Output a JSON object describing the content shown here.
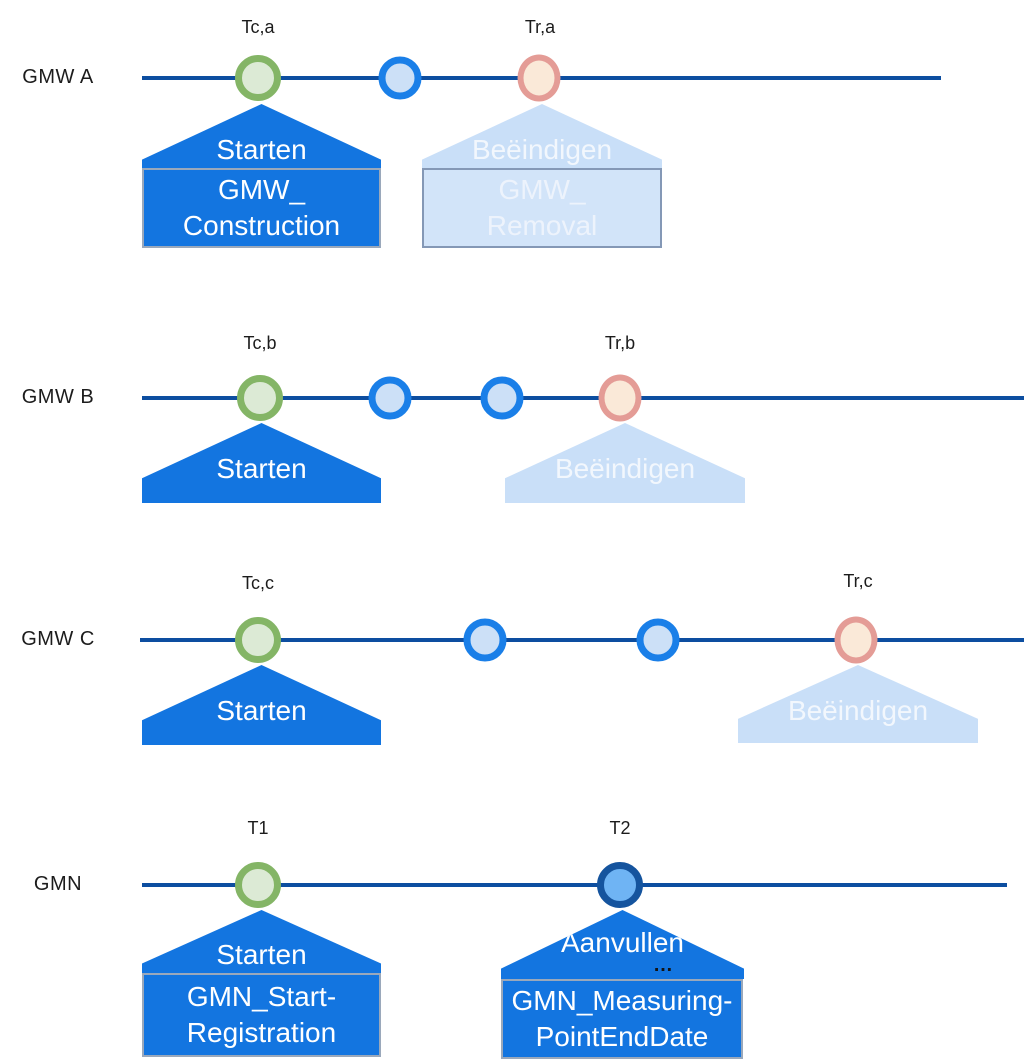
{
  "rows": [
    {
      "label": "GMW A",
      "ticks": {
        "start": "Tc,a",
        "end": "Tr,a"
      },
      "events": [
        "construction-start",
        "intermediate",
        "removal"
      ],
      "callouts": {
        "start": {
          "action": "Starten",
          "doc": [
            "GMW_",
            "Construction"
          ]
        },
        "end": {
          "action": "Beëindigen",
          "doc": [
            "GMW_",
            "Removal"
          ]
        }
      }
    },
    {
      "label": "GMW B",
      "ticks": {
        "start": "Tc,b",
        "end": "Tr,b"
      },
      "events": [
        "construction-start",
        "intermediate",
        "intermediate",
        "removal"
      ],
      "callouts": {
        "start": {
          "action": "Starten"
        },
        "end": {
          "action": "Beëindigen"
        }
      }
    },
    {
      "label": "GMW C",
      "ticks": {
        "start": "Tc,c",
        "end": "Tr,c"
      },
      "events": [
        "construction-start",
        "intermediate",
        "intermediate",
        "removal"
      ],
      "callouts": {
        "start": {
          "action": "Starten"
        },
        "end": {
          "action": "Beëindigen"
        }
      }
    },
    {
      "label": "GMN",
      "ticks": {
        "start": "T1",
        "end": "T2"
      },
      "events": [
        "registration-start",
        "measuring-point-end"
      ],
      "callouts": {
        "start": {
          "action": "Starten",
          "doc": [
            "GMN_Start-",
            "Registration"
          ]
        },
        "end": {
          "action": "Aanvullen",
          "more": "…",
          "doc": [
            "GMN_Measuring-",
            "PointEndDate"
          ]
        }
      }
    }
  ],
  "colors": {
    "timeline": "#0D4EA0",
    "action_blue": "#1375E0",
    "light_callout_fill": "#C9DFF8",
    "light_box_fill": "#D2E4F9",
    "dark_box_border": "#9AA8BB",
    "light_box_border": "#8498B6",
    "green_node_border": "#84B566",
    "green_node_fill": "#DCEAD5",
    "blue_node_border": "#1A7FE8",
    "blue_node_fill": "#CCE0F7",
    "orange_node_border": "#E49C96",
    "orange_node_fill": "#FAE9D8",
    "navy_node_border": "#15549E",
    "navy_node_fill": "#6FB4F4"
  }
}
